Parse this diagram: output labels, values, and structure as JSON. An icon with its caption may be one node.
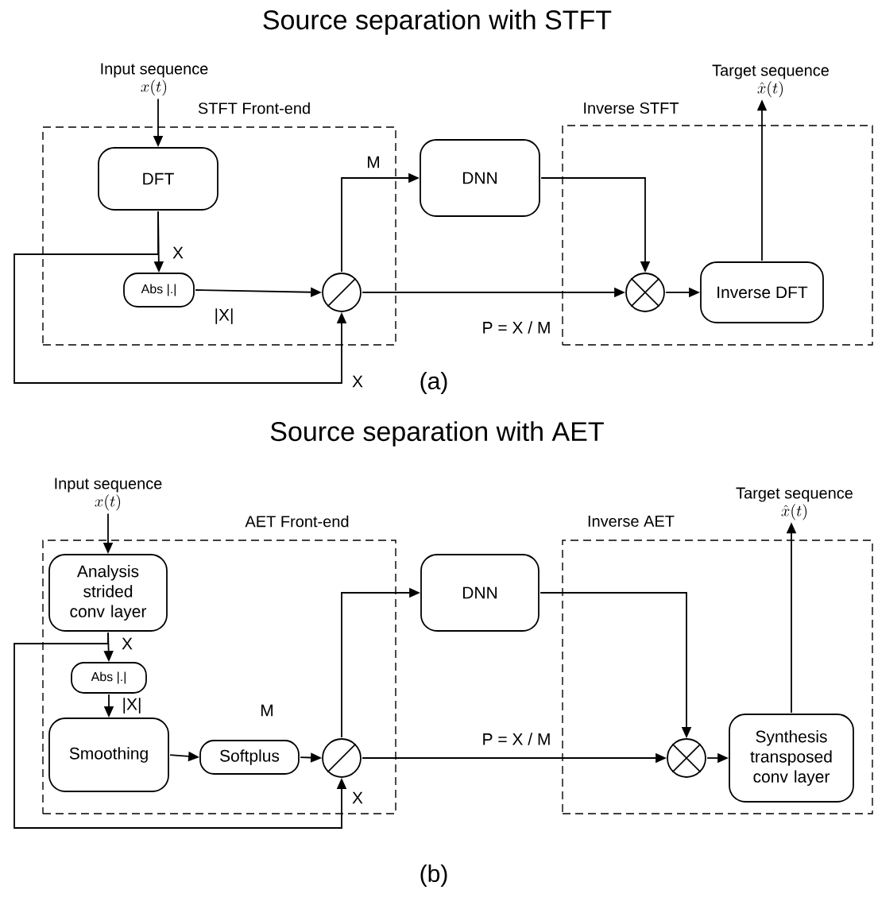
{
  "diagram": {
    "nodes": [
      {
        "text": [
          "STFT Front-end"
        ]
      },
      {
        "text": [
          "Input sequence",
          "x(t)"
        ]
      },
      {
        "text": [
          "DFT"
        ],
        "in": 0
      },
      {
        "text": [
          "Abs |.|"
        ],
        "in": 0
      },
      {
        "text": [],
        "shape": "circle",
        "in": 0
      },
      {
        "text": [
          "DNN"
        ]
      },
      {
        "text": [
          "Inverse STFT"
        ]
      },
      {
        "text": [],
        "shape": "circle",
        "in": 6
      },
      {
        "text": [
          "Inverse DFT"
        ],
        "in": 6
      },
      {
        "text": [
          "Target sequence",
          "\\hat{x}(t)"
        ]
      },
      {
        "text": [
          "AET Front-end"
        ]
      },
      {
        "text": [
          "Input sequence",
          "x(t)"
        ]
      },
      {
        "text": [
          "Analysis strided conv layer"
        ],
        "in": 10
      },
      {
        "text": [
          "Abs |.|"
        ],
        "in": 10
      },
      {
        "text": [
          "Smoothing"
        ],
        "in": 10
      },
      {
        "text": [
          "Softplus"
        ],
        "in": 10
      },
      {
        "text": [],
        "shape": "circle",
        "in": 10
      },
      {
        "text": [
          "DNN"
        ]
      },
      {
        "text": [
          "Inverse AET"
        ]
      },
      {
        "text": [],
        "shape": "circle",
        "in": 18
      },
      {
        "text": [
          "Synthesis transposed conv layer"
        ],
        "in": 18
      },
      {
        "text": [
          "Target sequence",
          "\\hat{x}(t)"
        ]
      }
    ],
    "edges": [
      {
        "from": 1,
        "to": 2,
        "arrow": "to"
      },
      {
        "from": 2,
        "to": 3,
        "arrow": "to",
        "label": "X"
      },
      {
        "from": 2,
        "to": 4,
        "arrow": "to",
        "label": "X"
      },
      {
        "from": 3,
        "to": 4,
        "arrow": "to",
        "label": "|X|"
      },
      {
        "from": 4,
        "to": 5,
        "arrow": "to",
        "label": "M"
      },
      {
        "from": 4,
        "to": 7,
        "arrow": "to",
        "label": "P = X / M"
      },
      {
        "from": 5,
        "to": 7,
        "arrow": "to"
      },
      {
        "from": 7,
        "to": 8,
        "arrow": "to"
      },
      {
        "from": 8,
        "to": 9,
        "arrow": "to"
      },
      {
        "from": 11,
        "to": 12,
        "arrow": "to"
      },
      {
        "from": 12,
        "to": 13,
        "arrow": "to",
        "label": "X"
      },
      {
        "from": 12,
        "to": 16,
        "arrow": "to",
        "label": "X"
      },
      {
        "from": 13,
        "to": 14,
        "arrow": "to",
        "label": "|X|"
      },
      {
        "from": 14,
        "to": 15,
        "arrow": "to"
      },
      {
        "from": 15,
        "to": 16,
        "arrow": "to",
        "label": "M"
      },
      {
        "from": 16,
        "to": 17,
        "arrow": "to"
      },
      {
        "from": 16,
        "to": 19,
        "arrow": "to",
        "label": "P = X / M"
      },
      {
        "from": 17,
        "to": 19,
        "arrow": "to"
      },
      {
        "from": 19,
        "to": 20,
        "arrow": "to"
      },
      {
        "from": 20,
        "to": 21,
        "arrow": "to"
      }
    ],
    "labels": [
      "Source separation with STFT",
      "(a)",
      "Source separation with AET",
      "(b)"
    ]
  }
}
